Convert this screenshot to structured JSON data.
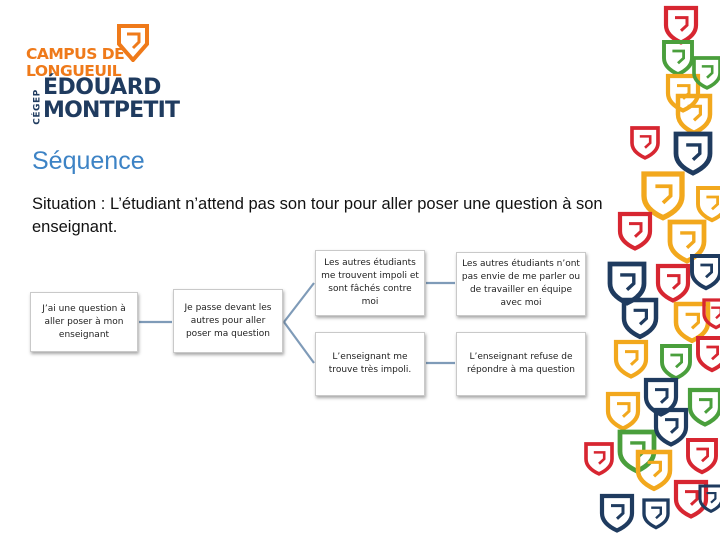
{
  "logo": {
    "line1": "CAMPUS DE",
    "line2": "LONGUEUIL",
    "vertical": "CÉGEP",
    "line3": "ÉDOUARD",
    "line4": "MONTPETIT",
    "color_orange": "#ef7a1a",
    "color_navy": "#1f3b5f"
  },
  "slide": {
    "title": "Séquence",
    "situation": "Situation : L’étudiant n’attend pas son tour pour aller poser une question à son enseignant.",
    "title_color": "#3d83c5"
  },
  "diagram": {
    "nodes": {
      "start": "J’ai une question à aller poser à mon enseignant",
      "action": "Je passe devant les autres pour aller poser ma question",
      "peers": "Les autres étudiants me trouvent impoli et sont fâchés contre moi",
      "teacher": "L’enseignant me trouve très impoli.",
      "peers_result": "Les autres étudiants n’ont pas envie de me parler ou de travailler en équipe avec moi",
      "teacher_result": "L’enseignant refuse de répondre à ma question"
    },
    "connector_color": "#7f9bb8"
  },
  "decor": {
    "shield_colors": [
      "#d72631",
      "#f2a81d",
      "#4a9f3c",
      "#1f3b5f"
    ]
  }
}
